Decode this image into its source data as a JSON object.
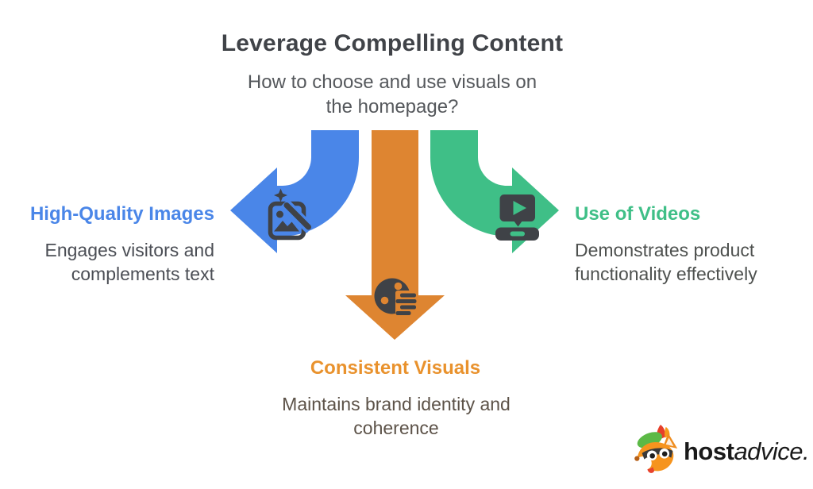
{
  "page": {
    "background": "#ffffff"
  },
  "header": {
    "title": "Leverage Compelling Content",
    "subtitle_lines": [
      "How to choose and use visuals on",
      "the homepage?"
    ]
  },
  "branches": {
    "left": {
      "label": "High-Quality Images",
      "description_lines": [
        "Engages visitors and",
        "complements text"
      ],
      "arrow_color": "#4a86e8",
      "icon": "image-magic-wand-icon",
      "arrow_direction": "left"
    },
    "center": {
      "label": "Consistent Visuals",
      "description_lines": [
        "Maintains brand identity and",
        "coherence"
      ],
      "arrow_color": "#de8531",
      "label_color": "#e9922d",
      "icon": "palette-list-icon",
      "arrow_direction": "down"
    },
    "right": {
      "label": "Use of Videos",
      "description_lines": [
        "Demonstrates product",
        "functionality effectively"
      ],
      "arrow_color": "#3fbf87",
      "icon": "video-screen-icon",
      "arrow_direction": "right"
    }
  },
  "branding": {
    "wordmark_bold": "host",
    "wordmark_light": "advice.",
    "mascot_icon": "fox-mascot-icon"
  },
  "colors": {
    "blue": "#4a86e8",
    "orange": "#de8531",
    "green": "#3fbf87",
    "orange_label": "#e9922d",
    "icon_ink": "#3f4247",
    "title_ink": "#404348",
    "subtitle_ink": "#55585c",
    "desc_left_ink": "#4b4e55",
    "desc_right_ink": "#4e514f",
    "desc_bottom_ink": "#5c5248",
    "logo_ink": "#1a1a1a"
  }
}
